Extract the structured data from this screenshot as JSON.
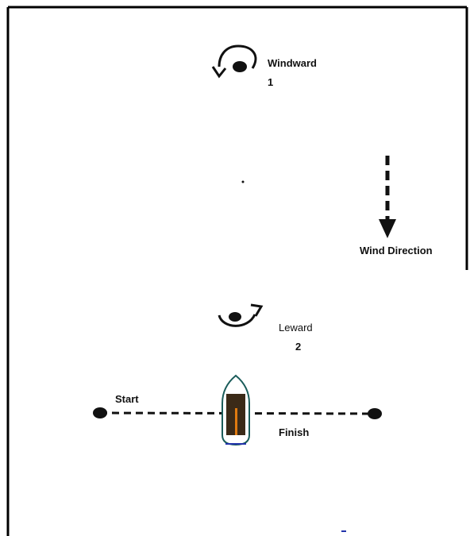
{
  "marks": {
    "windward": {
      "label": "Windward",
      "number": "1"
    },
    "leeward": {
      "label": "Leward",
      "number": "2"
    }
  },
  "wind": {
    "label": "Wind Direction"
  },
  "line": {
    "start_label": "Start",
    "finish_label": "Finish"
  },
  "colors": {
    "ink": "#111111",
    "frame": "#000000",
    "boat_outline": "#1a5c5a",
    "boat_hull": "#3b2a18",
    "boat_sail": "#e07a10",
    "boat_base": "#2233aa"
  }
}
